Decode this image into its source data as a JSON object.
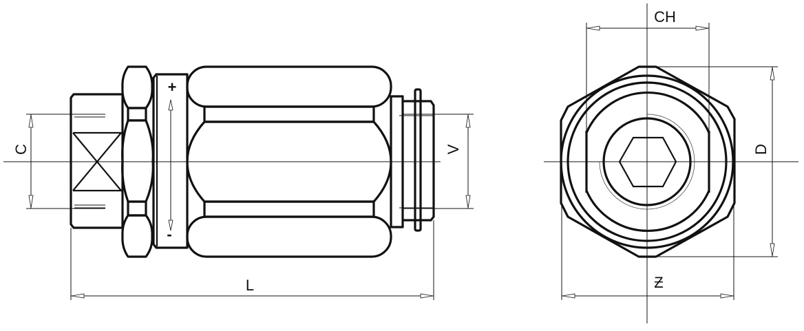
{
  "drawing": {
    "side_view": {
      "dimensions": {
        "C": "C",
        "V": "V",
        "L": "L"
      },
      "adjust_marks": {
        "plus": "+",
        "minus": "-"
      }
    },
    "end_view": {
      "dimensions": {
        "CH": "CH",
        "D": "D",
        "Z": "Ƶ"
      }
    },
    "line_color": "#111111",
    "background": "#ffffff"
  }
}
